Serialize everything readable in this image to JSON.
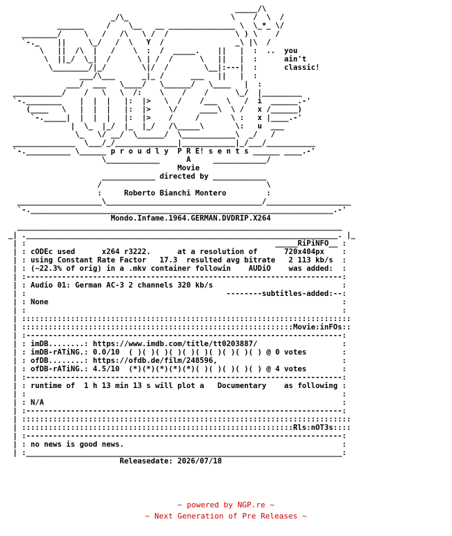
{
  "nfo": {
    "lines": [
      "                                                   _____/\\",
      "                       _/\\_                       \\    /  \\  /",
      "           ______     /    \\__   __ _______________ \\  \\_*_ \\/",
      "   ________/     \\   /   /\\   \\ /  /               \\ ) \\    /",
      "   `-._    ||     \\_/   /  \\   Y  /                _\\ |\\  /",
      "       \\   ||  /\\  |   /    \\  :  /  _____.    ||   |  :  ..  you",
      "        \\  ||_/  \\_|  /      \\ | /  /      \\   ||   |  :      ain't",
      "         \\________/|_/        \\|/  /        \\__|:---|  :      classic!",
      "                ___/\\___      _|_ /      ___   ||   |  :",
      "             ___/  ___   \\____/   \\______/   \\____   |  :",
      " ___________/    /   \\   \\  /:    \\    /    /      \\_/  |_________",
      " `-.________    |  |  |   |:  |>   \\  /    /___  \\   /  i  ______.-'",
      "    (____   \\   |  |  |   |:  |>    \\/     ____\\  \\ /   x /______)",
      "     `-._____|  |  |  |   |:  |>    /     /       \\ :   x |____.-'",
      "              |  \\_  |_/  |_  |_/   /\\_____\\       \\:   u  ___",
      "               \\_   \\/ __/  \\______/  \\____________\\  _/   /",
      " ______________  \\___/_/______________|____________|_/___/___________",
      " `-.__________ \\______ p r o u d l y  P R E! s e n t s ______ ____.-'",
      "                     \\____________      A     ____________/",
      "                                      Movie",
      "                     ____________ directed by ____________",
      "                    /                                     \\",
      "                    :     Roberto Bianchi Montero         :",
      "  ___________________\\___________________________________/___________________",
      "  `-.____________________________________________________________________.-'",
      "                       Mondo.Infame.1964.GERMAN.DVDRIP.X264",
      "  _________________________________________________________________________",
      "_| .______________________________________________________________________. |_",
      " | :                                                        _____RiPiNFO__ :",
      " | : cODEc used      x264 r3222.      at a resolution of      720x404px    :",
      " | : using Constant Rate Factor   17.3  resulted avg bitrate   2 113 kb/s  :",
      " | : (~22.3% of orig) in a .mkv container followin    AUDiO    was added:  :",
      " | :-----------------------------------------------------------------------:",
      " | : Audio 01: German AC-3 2 channels 320 kb/s                             :",
      " | :                                             --------subtitles-added:--:",
      " | : None                                                                  :",
      " | :                                                                       :",
      " | ::::::::::::::::::::::::::::::::::::::::::::::::::::::::::::::::::::::::::",
      " | :::::::::::::::::::::::::::::::::::::::::::::::::::::::::::::Movie:inFOs::",
      " | :-----------------------------------------------------------------------:",
      " | : imDB........: https://www.imdb.com/title/tt0203887/                   :",
      " | : imDB-rATiNG.: 0.0/10  ( )( )( )( )( )( )( )( )( )( ) @ 0 votes        :",
      " | : ofDB........: https://ofdb.de/film/248596,                            :",
      " | : ofDB-rATiNG.: 4.5/10  (*)(*)(*)(*)(*)( )( )( )( )( ) @ 4 votes        :",
      " | :-----------------------------------------------------------------------:",
      " | : runtime of  1 h 13 min 13 s will plot a   Documentary    as following :",
      " | :                                                                       :",
      " | : N/A                                                                   :",
      " | :-----------------------------------------------------------------------:",
      " | ::::::::::::::::::::::::::::::::::::::::::::::::::::::::::::::::::::::::::",
      " | :::::::::::::::::::::::::::::::::::::::::::::::::::::::::::::Rls:nOT3s::::",
      " | :-----------------------------------------------------------------------:",
      " | : no news is good news.                                                 :",
      " | :_______________________________________________________________________:",
      "                         Releasedate: 2026/07/18"
    ]
  },
  "footer": {
    "powered": "~ powered by NGP.re ~",
    "tagline": "~ Next Generation of Pre Releases ~"
  },
  "colors": {
    "text": "#000000",
    "footer": "#cc0000",
    "background": "#ffffff"
  }
}
